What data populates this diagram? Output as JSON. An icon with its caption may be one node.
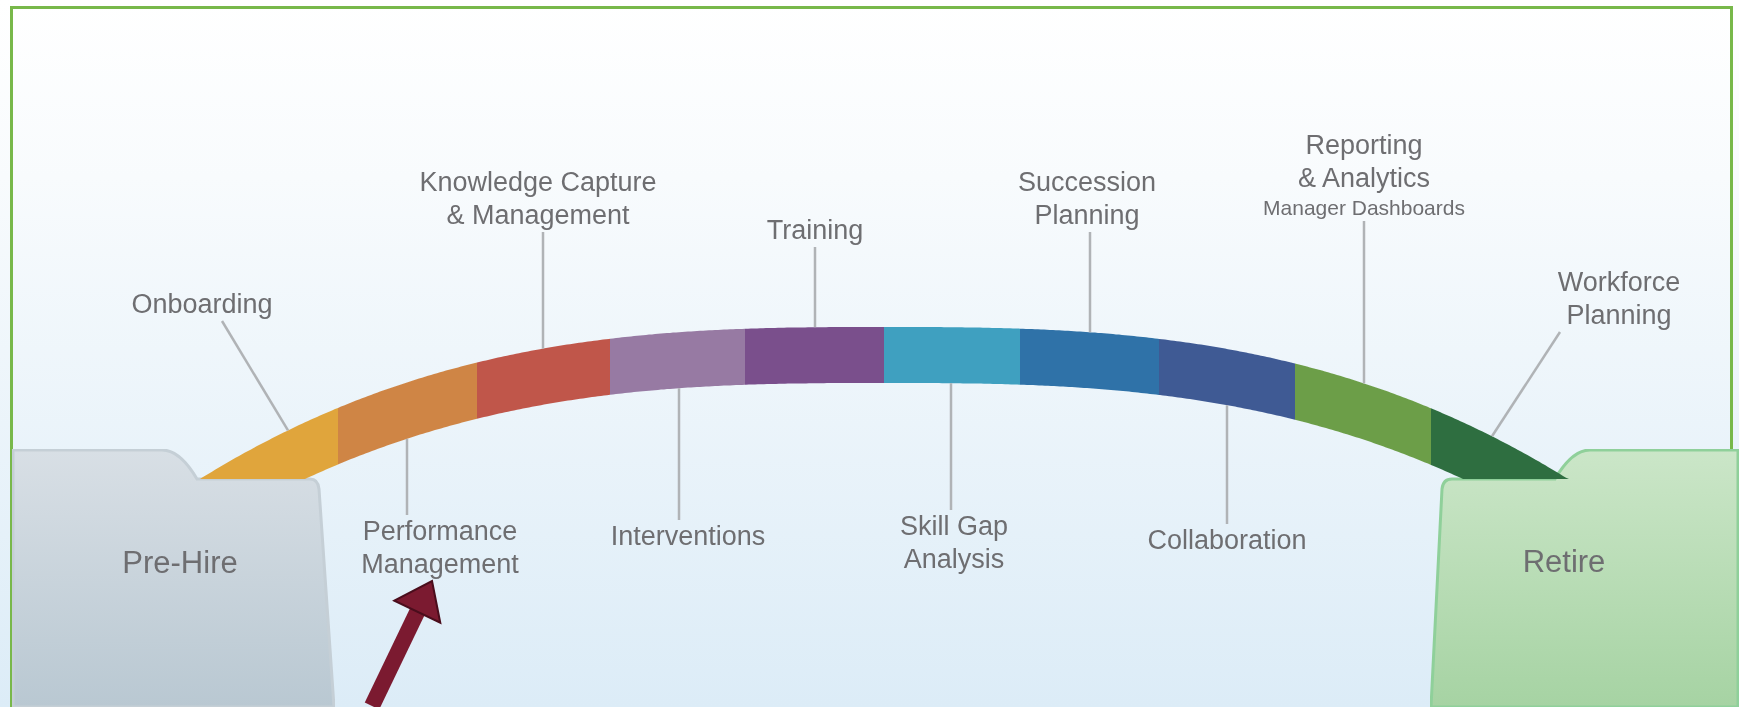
{
  "diagram": {
    "nodes": [
      {
        "text": [
          "Pre-Hire"
        ]
      },
      {
        "text": [
          "Onboarding"
        ]
      },
      {
        "text": [
          "Knowledge Capture & Management"
        ]
      },
      {
        "text": [
          "Training"
        ]
      },
      {
        "text": [
          "Succession Planning"
        ]
      },
      {
        "text": [
          "Reporting & Analytics",
          "Manager Dashboards"
        ]
      },
      {
        "text": [
          "Workforce Planning"
        ]
      },
      {
        "text": [],
        "shape": "bar"
      },
      {
        "text": [],
        "shape": "bar"
      },
      {
        "text": [],
        "shape": "bar"
      },
      {
        "text": [],
        "shape": "bar"
      },
      {
        "text": [],
        "shape": "bar"
      },
      {
        "text": [],
        "shape": "bar"
      },
      {
        "text": [],
        "shape": "bar"
      },
      {
        "text": [],
        "shape": "bar"
      },
      {
        "text": [],
        "shape": "bar"
      },
      {
        "text": [],
        "shape": "bar"
      },
      {
        "text": [
          "Performance Management"
        ]
      },
      {
        "text": [
          "Interventions"
        ]
      },
      {
        "text": [
          "Skill Gap Analysis"
        ]
      },
      {
        "text": [
          "Collaboration"
        ]
      },
      {
        "text": [
          "Retire"
        ]
      }
    ],
    "edges": [
      {
        "from": 1,
        "to": 7,
        "arrow": "none"
      },
      {
        "from": 17,
        "to": 8,
        "arrow": "none"
      },
      {
        "from": 2,
        "to": 9,
        "arrow": "none"
      },
      {
        "from": 18,
        "to": 10,
        "arrow": "none"
      },
      {
        "from": 3,
        "to": 11,
        "arrow": "none"
      },
      {
        "from": 19,
        "to": 12,
        "arrow": "none"
      },
      {
        "from": 4,
        "to": 13,
        "arrow": "none"
      },
      {
        "from": 20,
        "to": 14,
        "arrow": "none"
      },
      {
        "from": 5,
        "to": 15,
        "arrow": "none"
      },
      {
        "from": 6,
        "to": 16,
        "arrow": "none"
      },
      {
        "from": null,
        "to": 17,
        "arrow": "to",
        "style": "thick",
        "color": "#7b1a30"
      }
    ]
  }
}
